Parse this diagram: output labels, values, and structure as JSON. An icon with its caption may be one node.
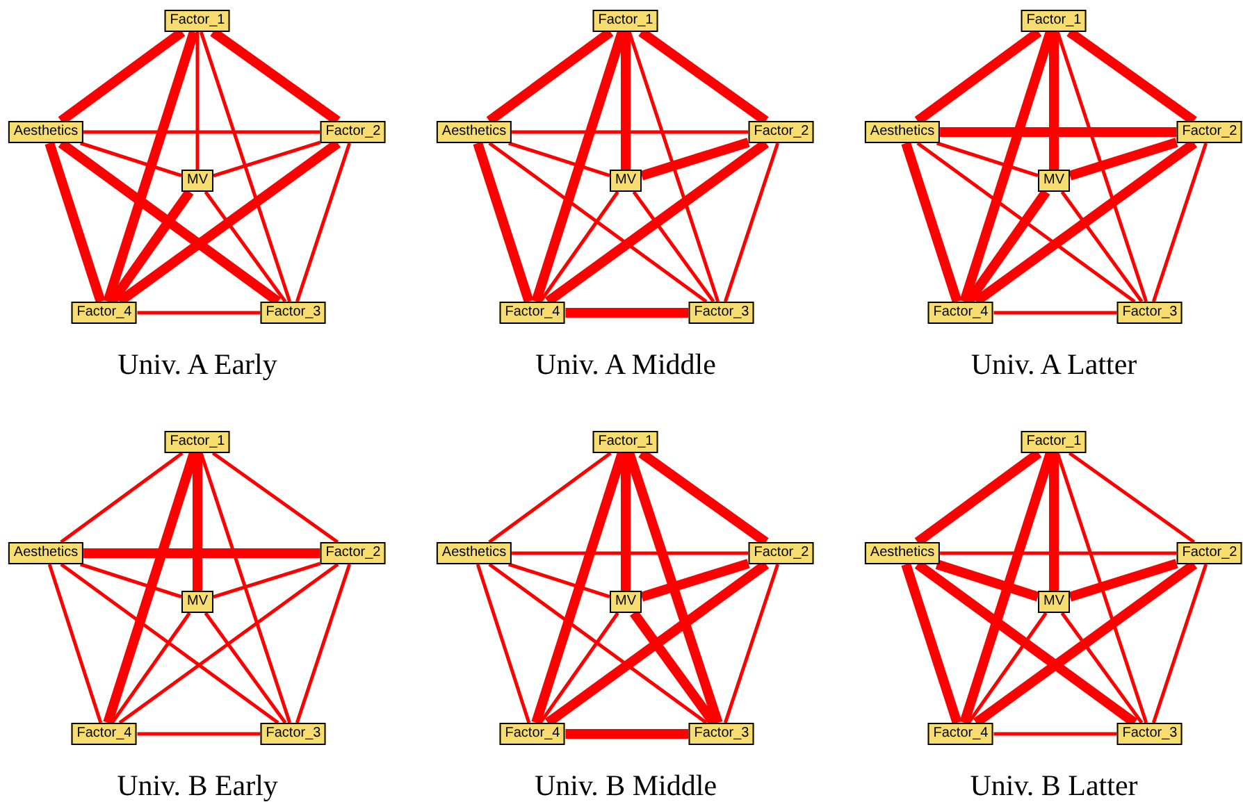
{
  "diagram": {
    "nodes": [
      {
        "text": [
          "Factor_1"
        ]
      },
      {
        "text": [
          "Aesthetics"
        ]
      },
      {
        "text": [
          "Factor_2"
        ]
      },
      {
        "text": [
          "MV"
        ]
      },
      {
        "text": [
          "Factor_4"
        ]
      },
      {
        "text": [
          "Factor_3"
        ]
      },
      {
        "text": [
          "Factor_1"
        ]
      },
      {
        "text": [
          "Aesthetics"
        ]
      },
      {
        "text": [
          "Factor_2"
        ]
      },
      {
        "text": [
          "MV"
        ]
      },
      {
        "text": [
          "Factor_4"
        ]
      },
      {
        "text": [
          "Factor_3"
        ]
      },
      {
        "text": [
          "Factor_1"
        ]
      },
      {
        "text": [
          "Aesthetics"
        ]
      },
      {
        "text": [
          "Factor_2"
        ]
      },
      {
        "text": [
          "MV"
        ]
      },
      {
        "text": [
          "Factor_4"
        ]
      },
      {
        "text": [
          "Factor_3"
        ]
      },
      {
        "text": [
          "Factor_1"
        ]
      },
      {
        "text": [
          "Aesthetics"
        ]
      },
      {
        "text": [
          "Factor_2"
        ]
      },
      {
        "text": [
          "MV"
        ]
      },
      {
        "text": [
          "Factor_4"
        ]
      },
      {
        "text": [
          "Factor_3"
        ]
      },
      {
        "text": [
          "Factor_1"
        ]
      },
      {
        "text": [
          "Aesthetics"
        ]
      },
      {
        "text": [
          "Factor_2"
        ]
      },
      {
        "text": [
          "MV"
        ]
      },
      {
        "text": [
          "Factor_4"
        ]
      },
      {
        "text": [
          "Factor_3"
        ]
      },
      {
        "text": [
          "Factor_1"
        ]
      },
      {
        "text": [
          "Aesthetics"
        ]
      },
      {
        "text": [
          "Factor_2"
        ]
      },
      {
        "text": [
          "MV"
        ]
      },
      {
        "text": [
          "Factor_4"
        ]
      },
      {
        "text": [
          "Factor_3"
        ]
      }
    ],
    "edges": [
      {
        "from": 0,
        "to": 1,
        "arrow": "none",
        "style": "thick"
      },
      {
        "from": 0,
        "to": 2,
        "arrow": "none",
        "style": "thick"
      },
      {
        "from": 0,
        "to": 3,
        "arrow": "none"
      },
      {
        "from": 0,
        "to": 4,
        "arrow": "none",
        "style": "thick"
      },
      {
        "from": 0,
        "to": 5,
        "arrow": "none"
      },
      {
        "from": 1,
        "to": 2,
        "arrow": "none"
      },
      {
        "from": 1,
        "to": 3,
        "arrow": "none"
      },
      {
        "from": 1,
        "to": 4,
        "arrow": "none",
        "style": "thick"
      },
      {
        "from": 1,
        "to": 5,
        "arrow": "none",
        "style": "thick"
      },
      {
        "from": 2,
        "to": 3,
        "arrow": "none"
      },
      {
        "from": 2,
        "to": 4,
        "arrow": "none",
        "style": "thick"
      },
      {
        "from": 2,
        "to": 5,
        "arrow": "none"
      },
      {
        "from": 3,
        "to": 4,
        "arrow": "none",
        "style": "thick"
      },
      {
        "from": 3,
        "to": 5,
        "arrow": "none"
      },
      {
        "from": 4,
        "to": 5,
        "arrow": "none"
      },
      {
        "from": 6,
        "to": 7,
        "arrow": "none",
        "style": "thick"
      },
      {
        "from": 6,
        "to": 8,
        "arrow": "none",
        "style": "thick"
      },
      {
        "from": 6,
        "to": 9,
        "arrow": "none",
        "style": "thick"
      },
      {
        "from": 6,
        "to": 10,
        "arrow": "none",
        "style": "thick"
      },
      {
        "from": 6,
        "to": 11,
        "arrow": "none"
      },
      {
        "from": 7,
        "to": 8,
        "arrow": "none"
      },
      {
        "from": 7,
        "to": 9,
        "arrow": "none"
      },
      {
        "from": 7,
        "to": 10,
        "arrow": "none",
        "style": "thick"
      },
      {
        "from": 7,
        "to": 11,
        "arrow": "none"
      },
      {
        "from": 8,
        "to": 9,
        "arrow": "none",
        "style": "thick"
      },
      {
        "from": 8,
        "to": 10,
        "arrow": "none",
        "style": "thick"
      },
      {
        "from": 8,
        "to": 11,
        "arrow": "none"
      },
      {
        "from": 9,
        "to": 10,
        "arrow": "none"
      },
      {
        "from": 9,
        "to": 11,
        "arrow": "none"
      },
      {
        "from": 10,
        "to": 11,
        "arrow": "none",
        "style": "thick"
      },
      {
        "from": 12,
        "to": 13,
        "arrow": "none",
        "style": "thick"
      },
      {
        "from": 12,
        "to": 14,
        "arrow": "none",
        "style": "thick"
      },
      {
        "from": 12,
        "to": 15,
        "arrow": "none",
        "style": "thick"
      },
      {
        "from": 12,
        "to": 16,
        "arrow": "none",
        "style": "thick"
      },
      {
        "from": 12,
        "to": 17,
        "arrow": "none"
      },
      {
        "from": 13,
        "to": 14,
        "arrow": "none",
        "style": "thick"
      },
      {
        "from": 13,
        "to": 15,
        "arrow": "none"
      },
      {
        "from": 13,
        "to": 16,
        "arrow": "none",
        "style": "thick"
      },
      {
        "from": 13,
        "to": 17,
        "arrow": "none"
      },
      {
        "from": 14,
        "to": 15,
        "arrow": "none",
        "style": "thick"
      },
      {
        "from": 14,
        "to": 16,
        "arrow": "none",
        "style": "thick"
      },
      {
        "from": 14,
        "to": 17,
        "arrow": "none"
      },
      {
        "from": 15,
        "to": 16,
        "arrow": "none",
        "style": "thick"
      },
      {
        "from": 15,
        "to": 17,
        "arrow": "none"
      },
      {
        "from": 16,
        "to": 17,
        "arrow": "none"
      },
      {
        "from": 18,
        "to": 19,
        "arrow": "none"
      },
      {
        "from": 18,
        "to": 20,
        "arrow": "none"
      },
      {
        "from": 18,
        "to": 21,
        "arrow": "none",
        "style": "thick"
      },
      {
        "from": 18,
        "to": 22,
        "arrow": "none",
        "style": "thick"
      },
      {
        "from": 18,
        "to": 23,
        "arrow": "none"
      },
      {
        "from": 19,
        "to": 20,
        "arrow": "none",
        "style": "thick"
      },
      {
        "from": 19,
        "to": 21,
        "arrow": "none"
      },
      {
        "from": 19,
        "to": 22,
        "arrow": "none"
      },
      {
        "from": 19,
        "to": 23,
        "arrow": "none"
      },
      {
        "from": 20,
        "to": 21,
        "arrow": "none"
      },
      {
        "from": 20,
        "to": 22,
        "arrow": "none"
      },
      {
        "from": 20,
        "to": 23,
        "arrow": "none"
      },
      {
        "from": 21,
        "to": 22,
        "arrow": "none"
      },
      {
        "from": 21,
        "to": 23,
        "arrow": "none"
      },
      {
        "from": 22,
        "to": 23,
        "arrow": "none"
      },
      {
        "from": 24,
        "to": 25,
        "arrow": "none"
      },
      {
        "from": 24,
        "to": 26,
        "arrow": "none",
        "style": "thick"
      },
      {
        "from": 24,
        "to": 27,
        "arrow": "none",
        "style": "thick"
      },
      {
        "from": 24,
        "to": 28,
        "arrow": "none",
        "style": "thick"
      },
      {
        "from": 24,
        "to": 29,
        "arrow": "none",
        "style": "thick"
      },
      {
        "from": 25,
        "to": 26,
        "arrow": "none"
      },
      {
        "from": 25,
        "to": 27,
        "arrow": "none"
      },
      {
        "from": 25,
        "to": 28,
        "arrow": "none"
      },
      {
        "from": 25,
        "to": 29,
        "arrow": "none"
      },
      {
        "from": 26,
        "to": 27,
        "arrow": "none",
        "style": "thick"
      },
      {
        "from": 26,
        "to": 28,
        "arrow": "none",
        "style": "thick"
      },
      {
        "from": 26,
        "to": 29,
        "arrow": "none"
      },
      {
        "from": 27,
        "to": 28,
        "arrow": "none"
      },
      {
        "from": 27,
        "to": 29,
        "arrow": "none",
        "style": "thick"
      },
      {
        "from": 28,
        "to": 29,
        "arrow": "none",
        "style": "thick"
      },
      {
        "from": 30,
        "to": 31,
        "arrow": "none",
        "style": "thick"
      },
      {
        "from": 30,
        "to": 32,
        "arrow": "none"
      },
      {
        "from": 30,
        "to": 33,
        "arrow": "none",
        "style": "thick"
      },
      {
        "from": 30,
        "to": 34,
        "arrow": "none",
        "style": "thick"
      },
      {
        "from": 30,
        "to": 35,
        "arrow": "none"
      },
      {
        "from": 31,
        "to": 32,
        "arrow": "none"
      },
      {
        "from": 31,
        "to": 33,
        "arrow": "none",
        "style": "thick"
      },
      {
        "from": 31,
        "to": 34,
        "arrow": "none",
        "style": "thick"
      },
      {
        "from": 31,
        "to": 35,
        "arrow": "none",
        "style": "thick"
      },
      {
        "from": 32,
        "to": 33,
        "arrow": "none",
        "style": "thick"
      },
      {
        "from": 32,
        "to": 34,
        "arrow": "none",
        "style": "thick"
      },
      {
        "from": 32,
        "to": 35,
        "arrow": "none"
      },
      {
        "from": 33,
        "to": 34,
        "arrow": "none"
      },
      {
        "from": 33,
        "to": 35,
        "arrow": "none"
      },
      {
        "from": 34,
        "to": 35,
        "arrow": "none"
      }
    ],
    "labels": [
      "Univ. A Early",
      "Univ. A Middle",
      "Univ. A Latter",
      "Univ. B Early",
      "Univ. B Middle",
      "Univ. B Latter"
    ]
  }
}
